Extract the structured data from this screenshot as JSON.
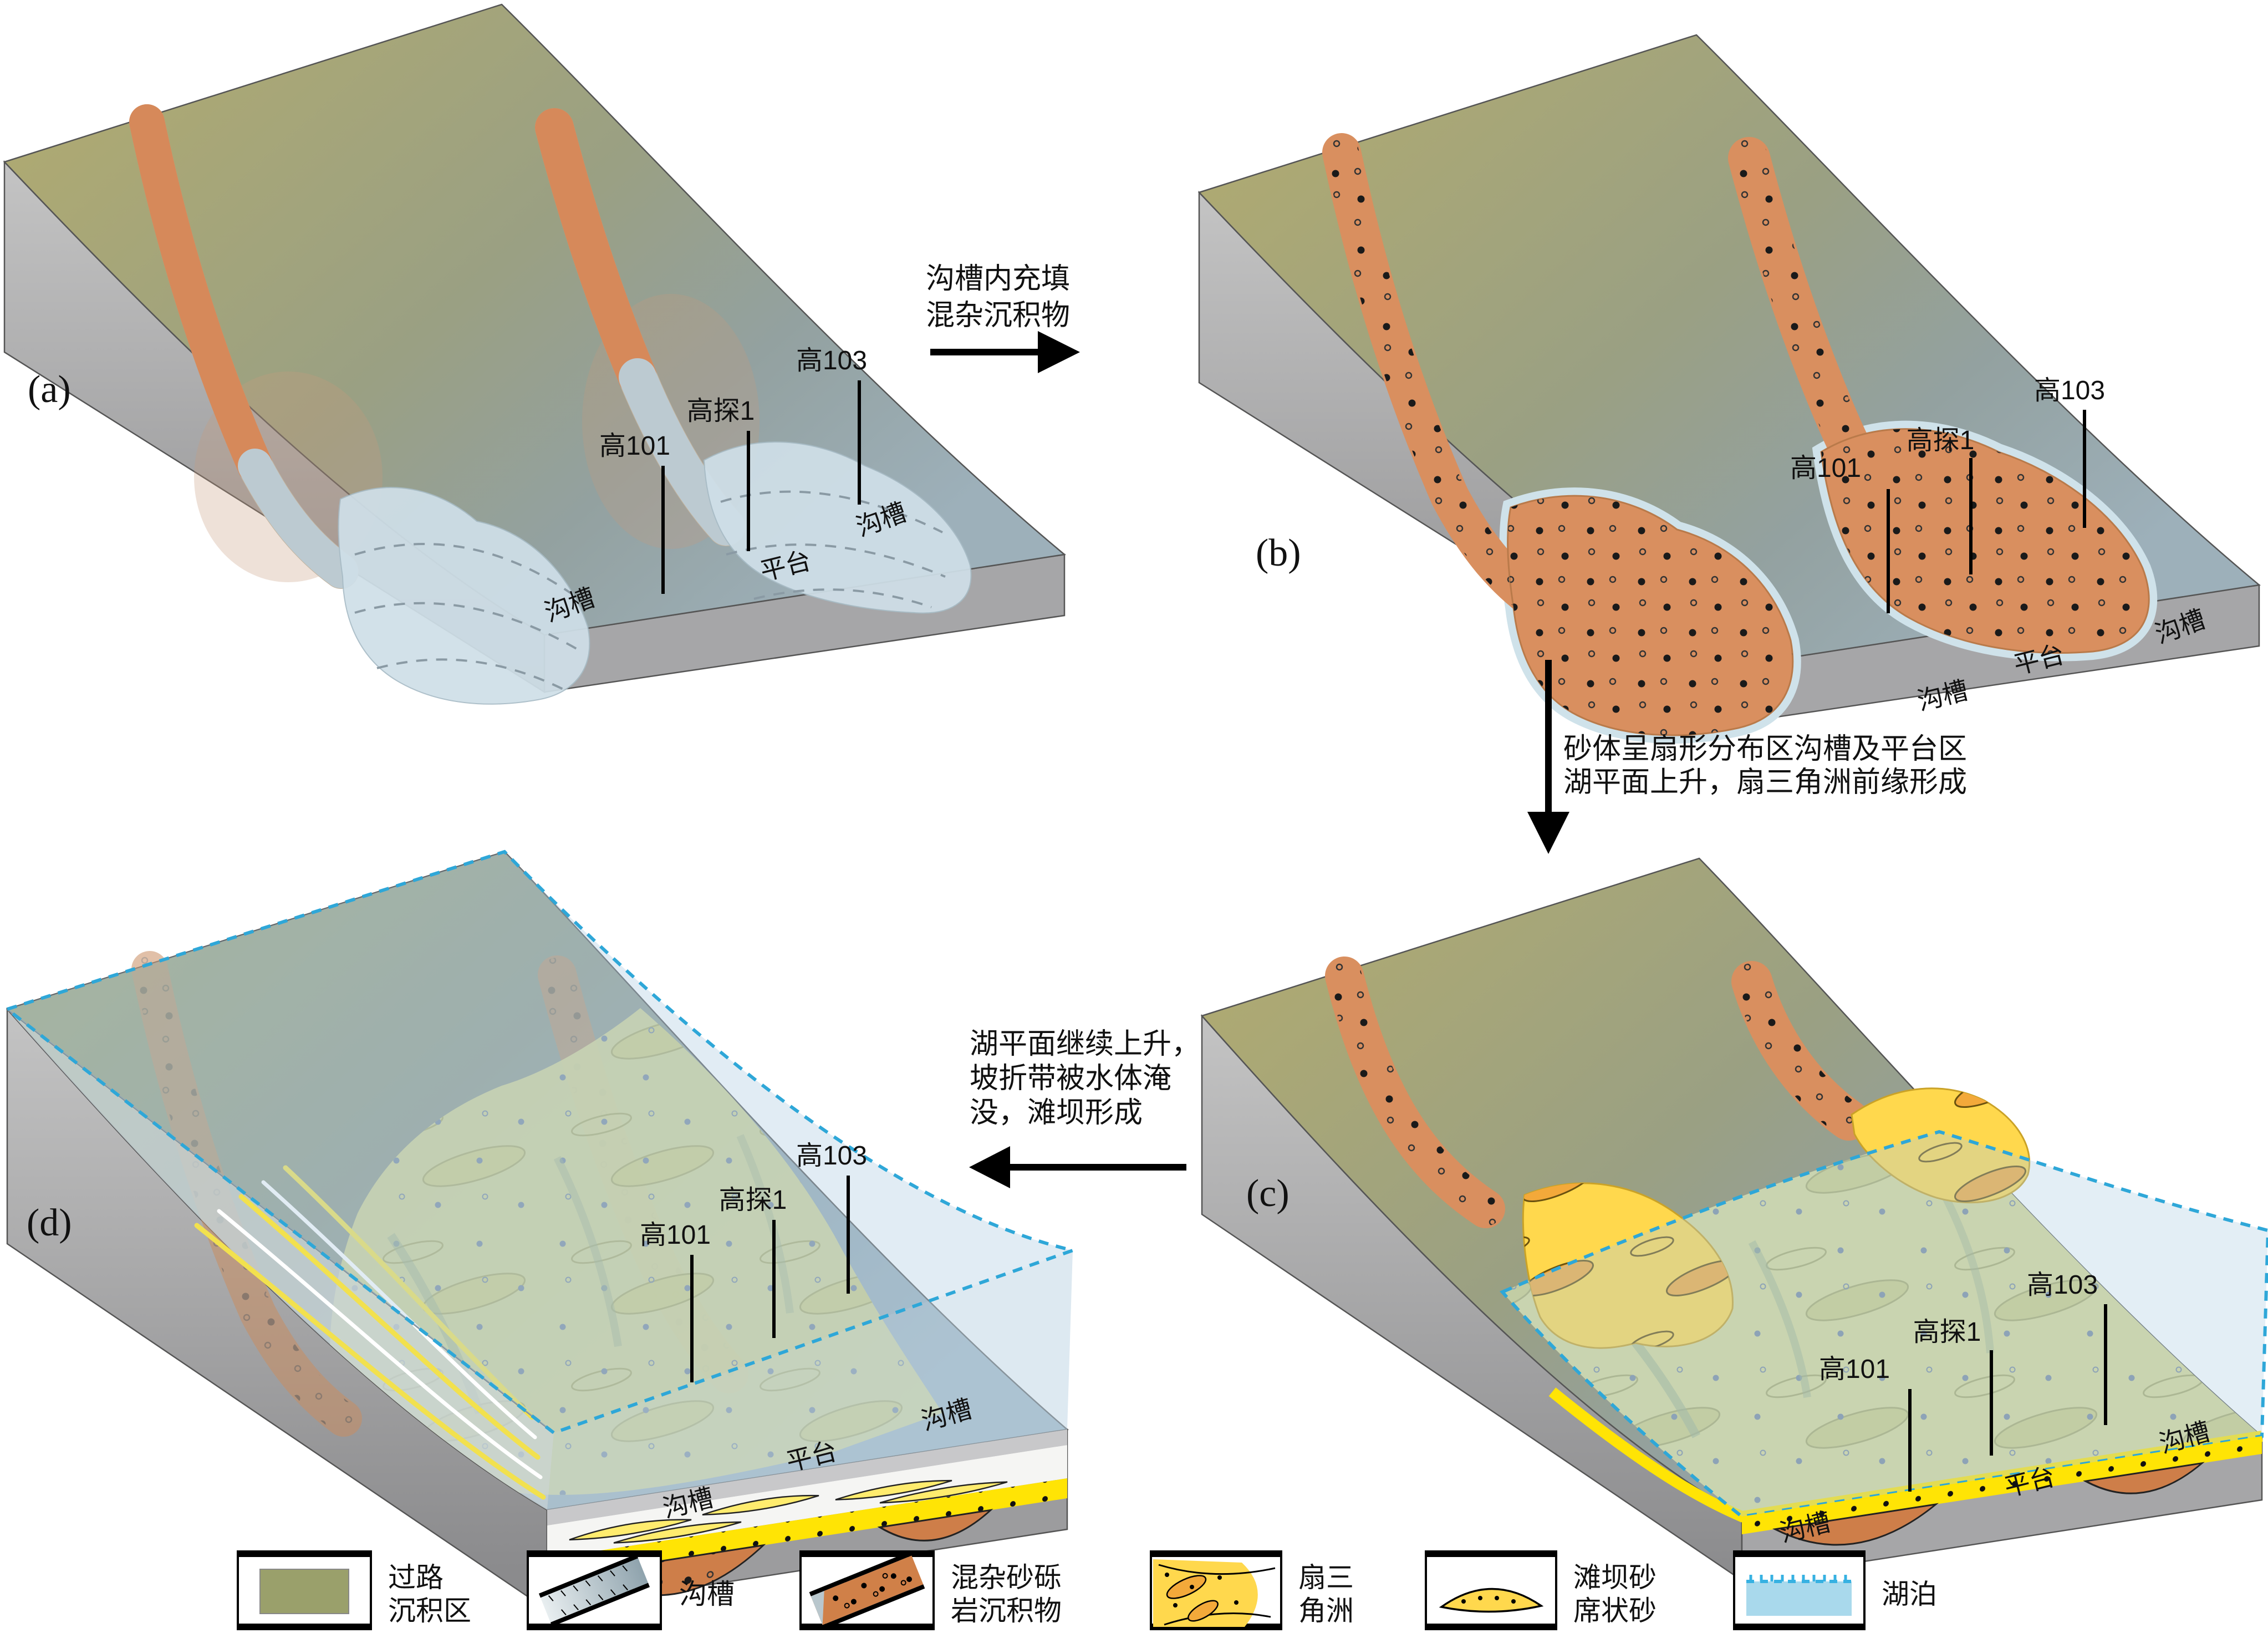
{
  "colors": {
    "slope_olive": "#ada973",
    "platform_blue": "#9db0ba",
    "left_face_gray": "#b9b9bb",
    "front_face_gray": "#a6a6a8",
    "channel_orange": "#d6895a",
    "channel_fill_orange": "#d98f5f",
    "channel_mud_blue": "#bccad1",
    "fan_blue": "#cfdfe8",
    "fan_delta_yellow": "#ffd84d",
    "sand_stripe_yellow": "#ffe405",
    "submerged_fan_pale": "#d7d795",
    "lake_blue": "#aecfe2",
    "lake_dash_blue": "#2ea7d8",
    "legend_lake_fill": "#a9d9ec",
    "olive_swatch": "#9aa06b",
    "lens_orange": "#f3a93a"
  },
  "panels": {
    "a": {
      "letter": "(a)",
      "well1": "高101",
      "well2": "高探1",
      "well3": "高103",
      "gully": "沟槽",
      "platform": "平台"
    },
    "b": {
      "letter": "(b)",
      "well1": "高101",
      "well2": "高探1",
      "well3": "高103",
      "gully": "沟槽",
      "platform": "平台"
    },
    "c": {
      "letter": "(c)",
      "well1": "高101",
      "well2": "高探1",
      "well3": "高103",
      "gully": "沟槽",
      "platform": "平台"
    },
    "d": {
      "letter": "(d)",
      "well1": "高101",
      "well2": "高探1",
      "well3": "高103",
      "gully": "沟槽",
      "platform": "平台"
    }
  },
  "arrows": {
    "ab": {
      "line1": "沟槽内充填",
      "line2": "混杂沉积物"
    },
    "bc": {
      "line1": "砂体呈扇形分布区沟槽及平台区",
      "line2": "湖平面上升，扇三角洲前缘形成"
    },
    "cd": {
      "line1": "湖平面继续上升，",
      "line2": "坡折带被水体淹",
      "line3": "没，滩坝形成"
    }
  },
  "legend": {
    "bypass": {
      "line1": "过路",
      "line2": "沉积区"
    },
    "gully": {
      "line1": "沟槽"
    },
    "mixed": {
      "line1": "混杂砂砾",
      "line2": "岩沉积物"
    },
    "fan_delta": {
      "line1": "扇三",
      "line2": "角洲"
    },
    "beach_bar": {
      "line1": "滩坝砂",
      "line2": "席状砂"
    },
    "lake": {
      "line1": "湖泊"
    }
  }
}
